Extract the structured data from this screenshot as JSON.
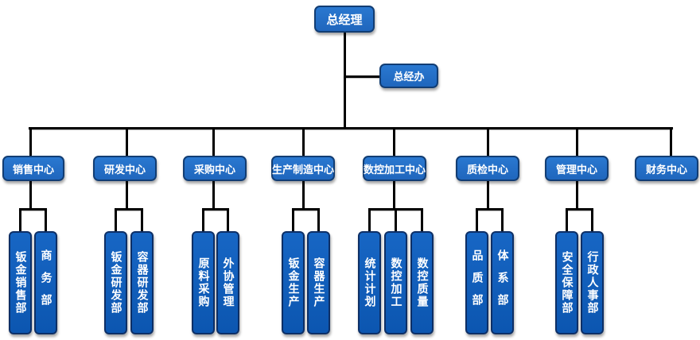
{
  "root": {
    "label": "总经理"
  },
  "assistant": {
    "label": "总经办"
  },
  "centers": [
    {
      "label": "销售中心",
      "departments": [
        "钣金销售部",
        "商务部"
      ]
    },
    {
      "label": "研发中心",
      "departments": [
        "钣金研发部",
        "容器研发部"
      ]
    },
    {
      "label": "采购中心",
      "departments": [
        "原料采购",
        "外协管理"
      ]
    },
    {
      "label": "生产制造中心",
      "departments": [
        "钣金生产",
        "容器生产"
      ]
    },
    {
      "label": "数控加工中心",
      "departments": [
        "统计计划",
        "数控加工",
        "数控质量"
      ]
    },
    {
      "label": "质检中心",
      "departments": [
        "品质部",
        "体系部"
      ]
    },
    {
      "label": "管理中心",
      "departments": [
        "安全保障部",
        "行政人事部"
      ]
    },
    {
      "label": "财务中心",
      "departments": []
    }
  ],
  "colors": {
    "node_fill": "#2a78d0",
    "node_border": "#123d73",
    "dept_fill": "#1766c4",
    "connector": "#000000"
  }
}
